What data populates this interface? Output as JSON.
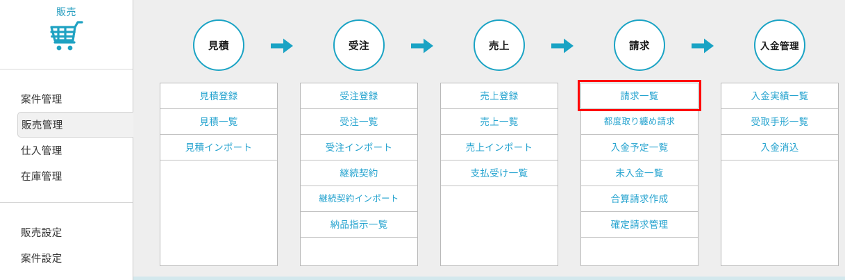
{
  "sidebar": {
    "brand": {
      "title": "販売",
      "icon": "shopping-cart-icon"
    },
    "groups": [
      {
        "items": [
          {
            "label": "案件管理",
            "selected": false
          },
          {
            "label": "販売管理",
            "selected": true
          },
          {
            "label": "仕入管理",
            "selected": false
          },
          {
            "label": "在庫管理",
            "selected": false
          }
        ]
      },
      {
        "items": [
          {
            "label": "販売設定",
            "selected": false
          },
          {
            "label": "案件設定",
            "selected": false
          }
        ]
      }
    ]
  },
  "flow": {
    "arrow_icon": "arrow-right-icon",
    "highlight": {
      "color": "#ff0000",
      "column_index": 3,
      "item_index": 0,
      "item_label": "請求一覧"
    },
    "columns": [
      {
        "node": "見積",
        "items": [
          "見積登録",
          "見積一覧",
          "見積インポート"
        ]
      },
      {
        "node": "受注",
        "items": [
          "受注登録",
          "受注一覧",
          "受注インポート",
          "継続契約",
          "継続契約インポート",
          "納品指示一覧"
        ]
      },
      {
        "node": "売上",
        "items": [
          "売上登録",
          "売上一覧",
          "売上インポート",
          "支払受け一覧"
        ]
      },
      {
        "node": "請求",
        "items": [
          "請求一覧",
          "都度取り纏め請求",
          "入金予定一覧",
          "未入金一覧",
          "合算請求作成",
          "確定請求管理"
        ]
      },
      {
        "node": "入金管理",
        "items": [
          "入金実績一覧",
          "受取手形一覧",
          "入金消込"
        ]
      }
    ]
  },
  "colors": {
    "accent": "#1aa3c4",
    "link": "#25a3cf",
    "highlight": "#ff0000",
    "canvas_bg": "#eeeeee",
    "selected_bg": "#f1f1f1"
  }
}
